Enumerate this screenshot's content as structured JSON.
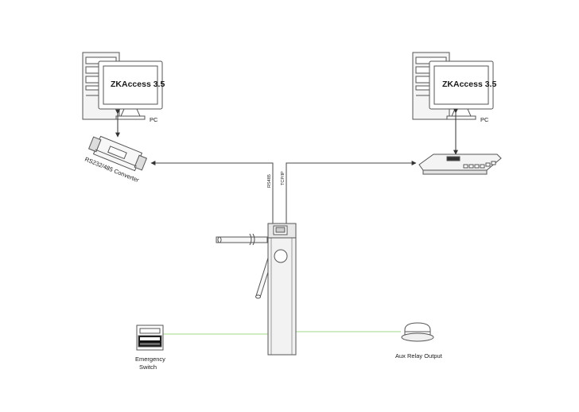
{
  "left_pc": {
    "screen_title": "ZKAccess 3.5",
    "label": "PC"
  },
  "right_pc": {
    "screen_title": "ZKAccess 3.5",
    "label": "PC"
  },
  "converter": {
    "label": "RS232/485 Converter"
  },
  "connections": {
    "rs485_label": "RS485",
    "tcpip_label": "TCP/IP"
  },
  "emergency_switch": {
    "label_line1": "Emergency",
    "label_line2": "Switch"
  },
  "aux_relay": {
    "label": "Aux Relay Output"
  },
  "colors": {
    "line": "#4a4a4a",
    "green_wire": "#9fd88a",
    "device_fill": "#ffffff",
    "stroke": "#555555"
  },
  "icons": [
    "desktop-computer-icon",
    "network-switch-icon",
    "rs232-485-converter-icon",
    "tripod-turnstile-icon",
    "emergency-switch-icon",
    "alarm-light-icon"
  ]
}
